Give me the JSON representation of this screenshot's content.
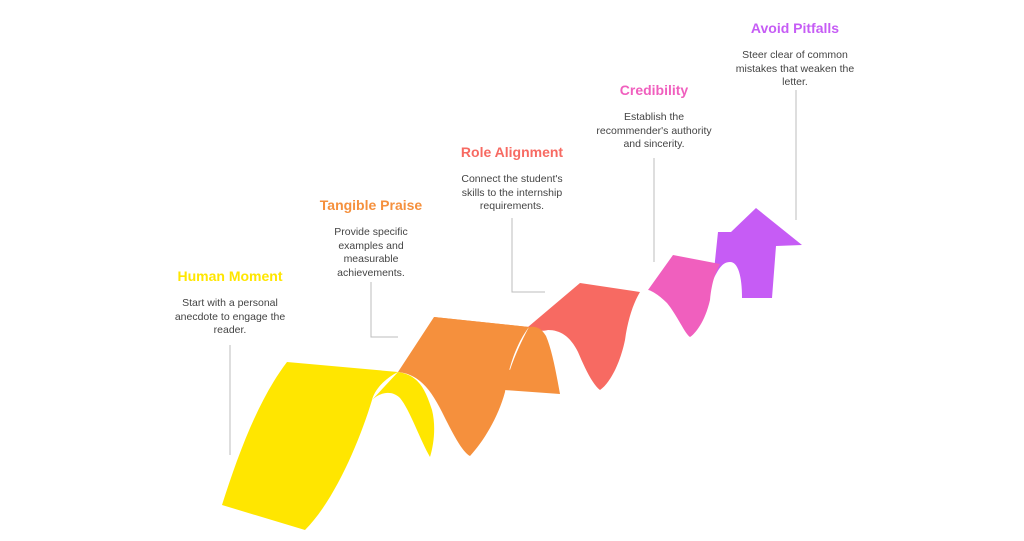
{
  "steps": [
    {
      "title": "Human Moment",
      "description": "Start with a personal anecdote to engage the reader.",
      "color": "#FFE600"
    },
    {
      "title": "Tangible Praise",
      "description": "Provide specific examples and measurable achievements.",
      "color": "#F5903D"
    },
    {
      "title": "Role Alignment",
      "description": "Connect the student's skills to the internship requirements.",
      "color": "#F76A62"
    },
    {
      "title": "Credibility",
      "description": "Establish the recommender's authority and sincerity.",
      "color": "#F05FBE"
    },
    {
      "title": "Avoid Pitfalls",
      "description": "Steer clear of common mistakes that weaken the letter.",
      "color": "#C65CF5"
    }
  ],
  "connector_color": "#BDBDBD"
}
